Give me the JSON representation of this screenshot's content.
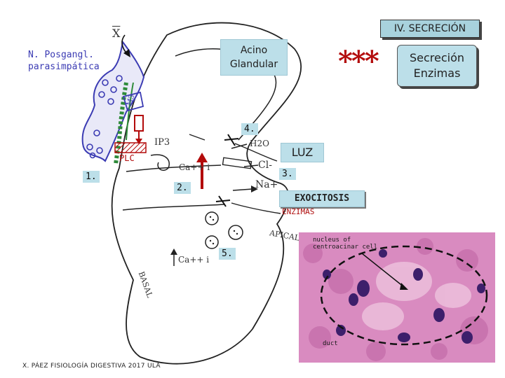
{
  "header": {
    "title": "IV. SECRECIÓN"
  },
  "labels": {
    "secrecion": "Secreción Enzimas",
    "acino": "Acino Glandular",
    "luz": "LUZ",
    "exocitosis": "EXOCITOSIS",
    "enzimas": "ENZIMAS",
    "stars": "***",
    "nerve": "N. Posgangl. parasimpática",
    "plc": "PLC"
  },
  "steps": [
    "1.",
    "2.",
    "3.",
    "4.",
    "5."
  ],
  "handwriting": {
    "nerve_x": "X",
    "m3": "M3",
    "ip3": "IP3",
    "ca_i": "Ca++ i",
    "h2o": "H2O",
    "cl": "Cl-",
    "na": "Na+",
    "apical": "APICAL",
    "basal": "BASAL"
  },
  "micrograph": {
    "nucleus_label": "nucleus of centroacinar cell",
    "duct_label": "duct"
  },
  "footer": "X. PÁEZ   FISIOLOGÍA DIGESTIVA 2017 ULA",
  "colors": {
    "box_fill": "#bcdfe9",
    "nerve": "#3b3bb3",
    "accent_red": "#b30b0b",
    "receptor_green": "#2e8b3a",
    "histology_pink": "#d98bc0"
  }
}
